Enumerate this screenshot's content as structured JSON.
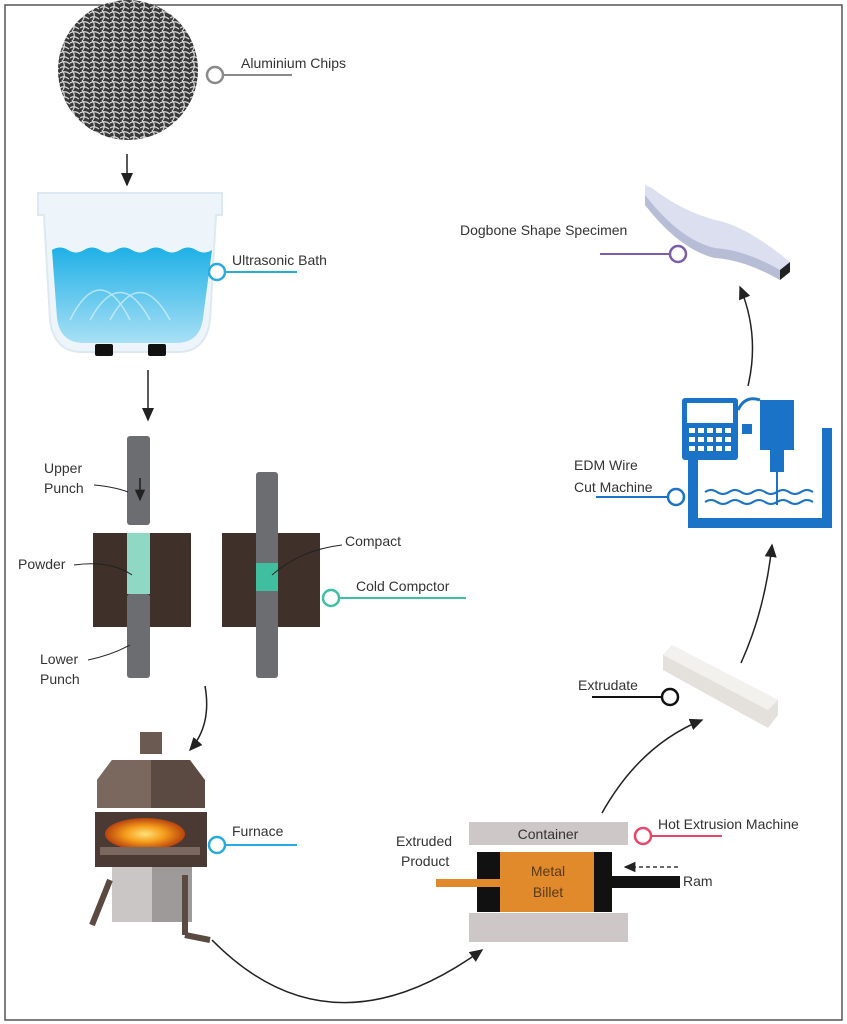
{
  "labels": {
    "aluminium_chips": "Aluminium Chips",
    "ultrasonic_bath": "Ultrasonic Bath",
    "upper_punch": [
      "Upper",
      "Punch"
    ],
    "powder": "Powder",
    "lower_punch": [
      "Lower",
      "Punch"
    ],
    "compact": "Compact",
    "cold_compactor": "Cold Compctor",
    "furnace": "Furnace",
    "container": "Container",
    "metal_billet": [
      "Metal",
      "Billet"
    ],
    "extruded_product": [
      "Extruded",
      "Product"
    ],
    "ram": "Ram",
    "hot_extrusion_machine": "Hot Extrusion Machine",
    "extrudate": "Extrudate",
    "edm_machine": [
      "EDM Wire",
      "Cut Machine"
    ],
    "dogbone_specimen": "Dogbone Shape Specimen"
  },
  "colors": {
    "chips_marker": "#8a8a8a",
    "bath_marker": "#29abe2",
    "compactor_marker": "#3fbfa5",
    "furnace_marker": "#29abe2",
    "extrusion_marker": "#e8476a",
    "extrudate_marker": "#111111",
    "edm_marker": "#1a73c7",
    "dogbone_marker": "#7b5ea7",
    "die_block": "#3f3029",
    "punch": "#6b6d70",
    "billet": "#e08a2c"
  }
}
